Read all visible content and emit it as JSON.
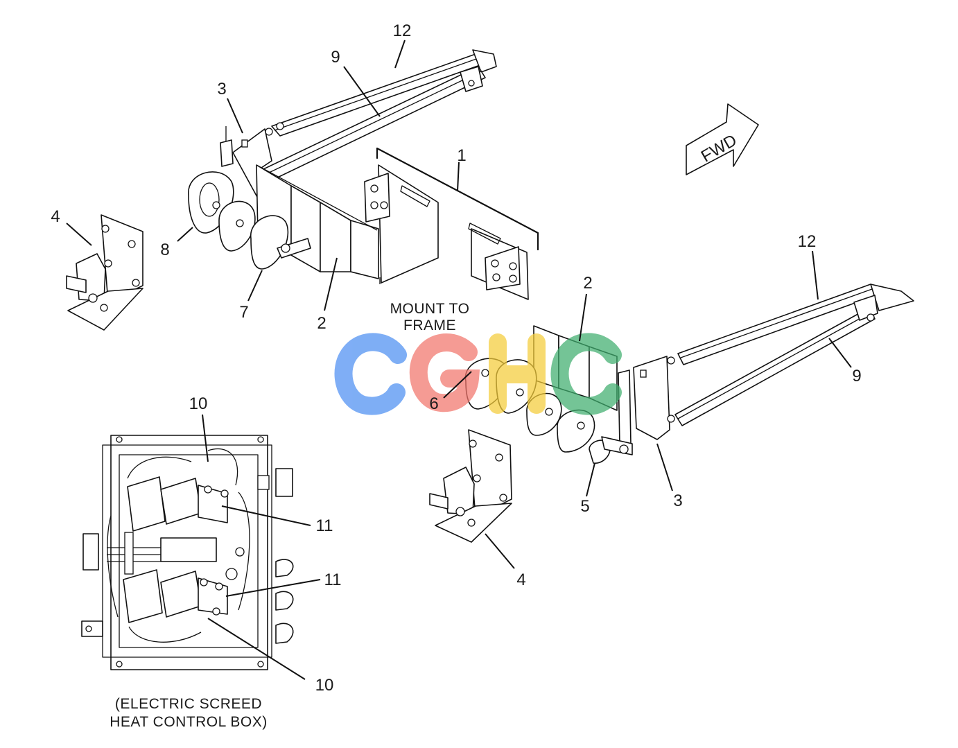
{
  "watermark": {
    "letters": [
      "C",
      "G",
      "H",
      "C"
    ],
    "colors": [
      "#4d8ff2",
      "#f2756c",
      "#f5cc3a",
      "#3fae6e"
    ]
  },
  "direction_arrow": {
    "label": "FWD"
  },
  "notes": {
    "mount_line1": "MOUNT TO",
    "mount_line2": "FRAME",
    "box_line1": "(ELECTRIC SCREED",
    "box_line2": "HEAT CONTROL BOX)"
  },
  "callouts": [
    {
      "id": "c12a",
      "label": "12"
    },
    {
      "id": "c9a",
      "label": "9"
    },
    {
      "id": "c3a",
      "label": "3"
    },
    {
      "id": "c1",
      "label": "1"
    },
    {
      "id": "c4a",
      "label": "4"
    },
    {
      "id": "c8",
      "label": "8"
    },
    {
      "id": "c7",
      "label": "7"
    },
    {
      "id": "c2a",
      "label": "2"
    },
    {
      "id": "c12b",
      "label": "12"
    },
    {
      "id": "c2b",
      "label": "2"
    },
    {
      "id": "c9b",
      "label": "9"
    },
    {
      "id": "c6",
      "label": "6"
    },
    {
      "id": "c10a",
      "label": "10"
    },
    {
      "id": "c11a",
      "label": "11"
    },
    {
      "id": "c11b",
      "label": "11"
    },
    {
      "id": "c5",
      "label": "5"
    },
    {
      "id": "c3b",
      "label": "3"
    },
    {
      "id": "c4b",
      "label": "4"
    },
    {
      "id": "c10b",
      "label": "10"
    }
  ]
}
